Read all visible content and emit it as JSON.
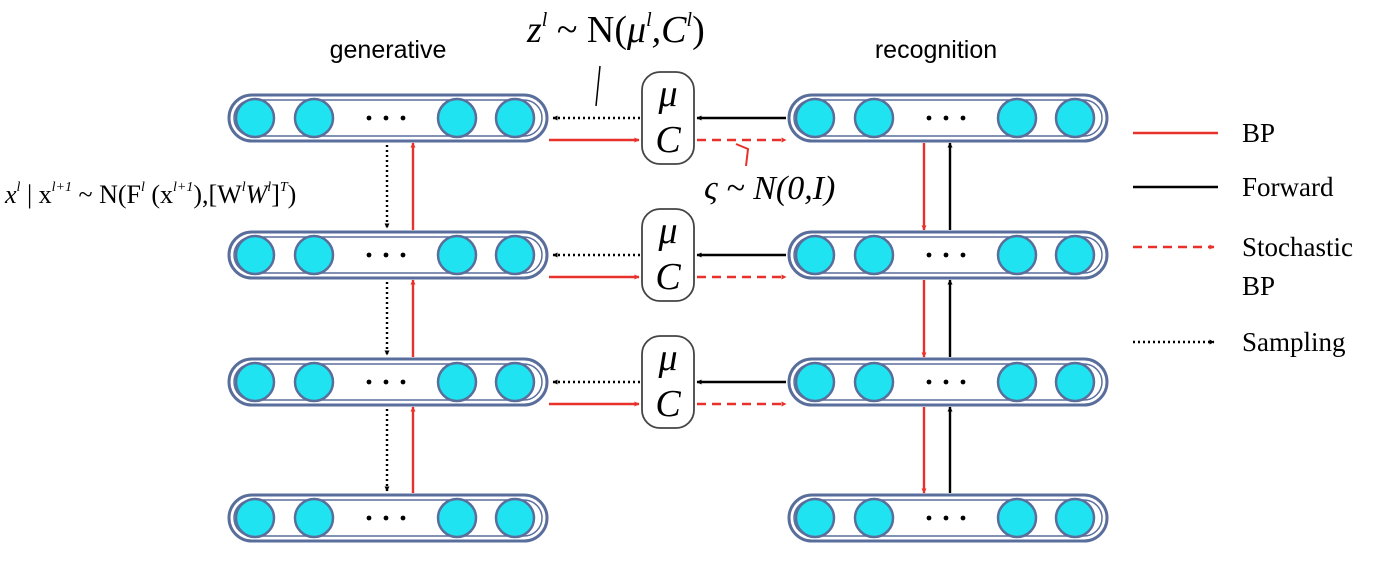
{
  "titles": {
    "generative": "generative",
    "recognition": "recognition"
  },
  "gauss_units": {
    "mu": "μ",
    "c": "C"
  },
  "annotations": {
    "latent_z": {
      "z": "z",
      "z_sup": "l",
      "tilde_n_open": " ~ N(",
      "mu": "μ",
      "mu_sup": "l",
      "comma_c": ",C",
      "c_sup": "l",
      "close": ")"
    },
    "noise": {
      "zeta": "ς",
      "rest": " ~ N(0,I)"
    },
    "conditional": {
      "x": "x",
      "x_sup": "l",
      "bar_x": " | x",
      "bar_x_sup": "l+1",
      "tilde_n_f": " ~ N(F",
      "f_sup": "l",
      "open_x": " (x",
      "open_x_sup": "l+1",
      "mid": "),[W",
      "w1_sup": "l",
      "w2": "W",
      "w2_sup": "l",
      "bracket": "]",
      "t_sup": "T",
      "close": ")"
    }
  },
  "legend": {
    "items": [
      {
        "label": "BP",
        "style": "solid-red"
      },
      {
        "label": "Forward",
        "style": "solid-black"
      },
      {
        "label": "Stochastic",
        "label2": "BP",
        "style": "dashed-red"
      },
      {
        "label": "Sampling",
        "style": "dotted-black"
      }
    ]
  },
  "colors": {
    "neuron_fill": "#1fe3f0",
    "neuron_stroke": "#5a6e9c",
    "layer_stroke": "#5a6e9c",
    "bp": "#e8312b",
    "forward": "#000000",
    "sampling": "#000000"
  }
}
